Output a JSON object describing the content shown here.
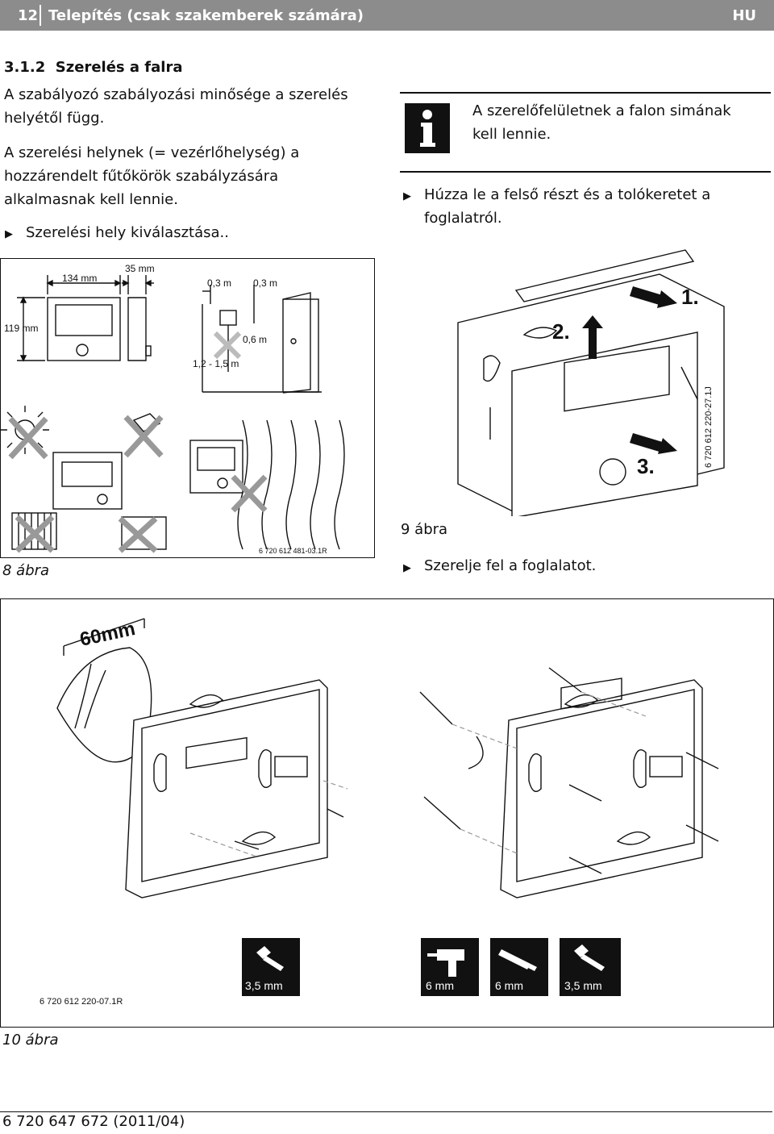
{
  "header": {
    "page_number": "12",
    "title": "Telepítés (csak szakemberek számára)",
    "lang": "HU"
  },
  "left": {
    "section_number": "3.1.2",
    "section_title": "Szerelés a falra",
    "para1_l1": "A szabályozó szabályozási minősége a szerelés",
    "para1_l2": "helyétől függ.",
    "para2_l1": "A szerelési helynek (= vezérlőhelység) a",
    "para2_l2": "hozzárendelt fűtőkörök szabályzására",
    "para2_l3": "alkalmasnak kell lennie.",
    "step": "Szerelési hely kiválasztása.."
  },
  "right": {
    "note_l1": "A szerelőfelületnek a falon simának",
    "note_l2": "kell lennie.",
    "step_l1": "Húzza le a felső részt és a tolókeretet a",
    "step_l2": "foglalatról.",
    "step2": "Szerelje fel a foglalatot."
  },
  "fig8": {
    "dim_width": "134 mm",
    "dim_depth": "35 mm",
    "dim_height": "119 mm",
    "dist_left": "0,3 m",
    "dist_right": "0,3 m",
    "dist_door": "0,6 m",
    "dist_floor": "1,2 - 1,5 m",
    "code": "6 720 612 481-03.1R",
    "caption": "8 ábra"
  },
  "fig9": {
    "step1": "1.",
    "step2": "2.",
    "step3": "3.",
    "code": "6 720 612 220-27.1J",
    "caption": "9 ábra"
  },
  "fig10": {
    "diameter": "60mm",
    "code": "6 720 612 220-07.1R",
    "tool_screw": "3,5 mm",
    "tool_drill": "6 mm",
    "tool_dowel": "6 mm",
    "tool_screw2": "3,5 mm",
    "caption": "10 ábra"
  },
  "footer": {
    "doc": "6 720 647 672 (2011/04)"
  }
}
